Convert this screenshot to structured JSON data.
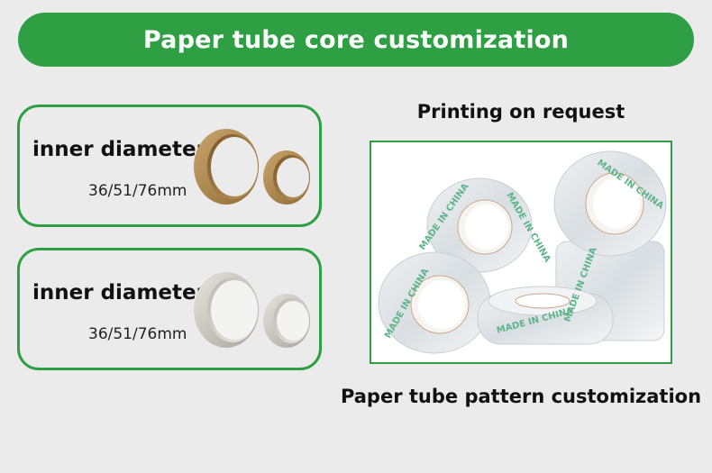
{
  "header": {
    "title": "Paper tube core customization"
  },
  "cards": [
    {
      "title": "inner diameter",
      "sizes": "36/51/76mm",
      "core_color": "#b6915a"
    },
    {
      "title": "inner diameter",
      "sizes": "36/51/76mm",
      "core_color": "#dcdad4"
    }
  ],
  "right_panel": {
    "title": "Printing on request",
    "tape_print_text": "MADE IN CHINA",
    "caption": "Paper tube pattern customization"
  },
  "colors": {
    "accent": "#2ea043",
    "background": "#ebebeb"
  }
}
